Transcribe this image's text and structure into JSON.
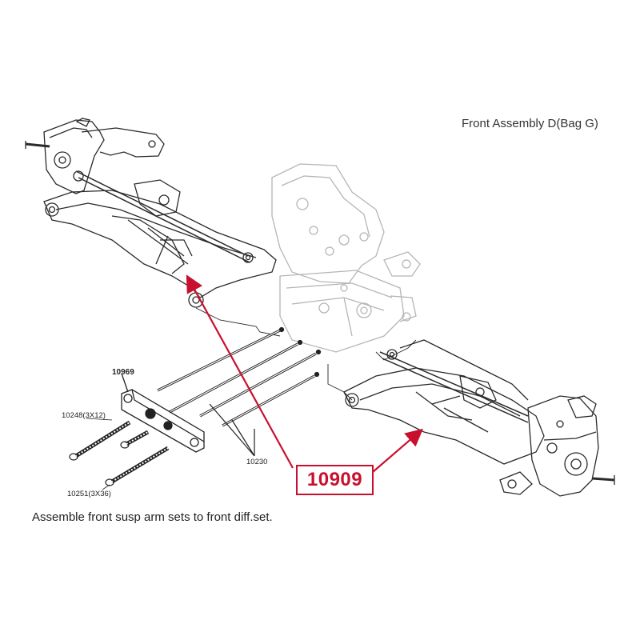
{
  "diagram": {
    "title": "Front Assembly D(Bag G)",
    "instruction": "Assemble front susp arm sets to front diff.set.",
    "parts": {
      "p10969": "10969",
      "p10248": "10248(3X12)",
      "p10230": "10230",
      "p10251": "10251(3X36)"
    },
    "callout": "10909",
    "colors": {
      "callout": "#c8102e",
      "line": "#222222",
      "ghost": "#b5b5b5"
    }
  }
}
